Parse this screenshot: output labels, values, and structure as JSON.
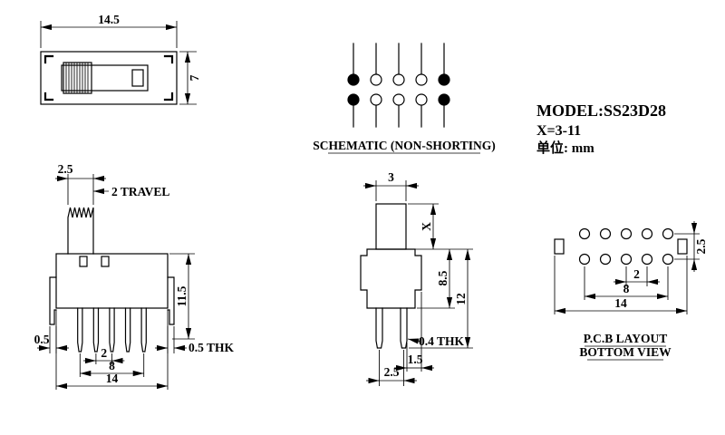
{
  "info": {
    "model": "MODEL:SS23D28",
    "x_range": "X=3-11",
    "unit": "单位: mm"
  },
  "schematic": {
    "label": "SCHEMATIC (NON-SHORTING)"
  },
  "top_view": {
    "width": "14.5",
    "height": "7"
  },
  "front_view": {
    "knob_width": "2.5",
    "travel": "2 TRAVEL",
    "height": "11.5",
    "bracket_thk": "0.5",
    "pin_pitch": "2",
    "pin_span": "8",
    "body_width": "14",
    "thk": "0.5 THK"
  },
  "side_view": {
    "knob_width": "3",
    "stem_height": "X",
    "body_height": "8.5",
    "total_height": "12",
    "pin_thk": "0.4 THK",
    "pin_edge": "1.5",
    "pin_pitch": "2.5"
  },
  "pcb": {
    "row_pitch": "2.5",
    "hole_pitch": "2",
    "hole_span": "8",
    "width": "14",
    "label1": "P.C.B LAYOUT",
    "label2": "BOTTOM VIEW"
  }
}
